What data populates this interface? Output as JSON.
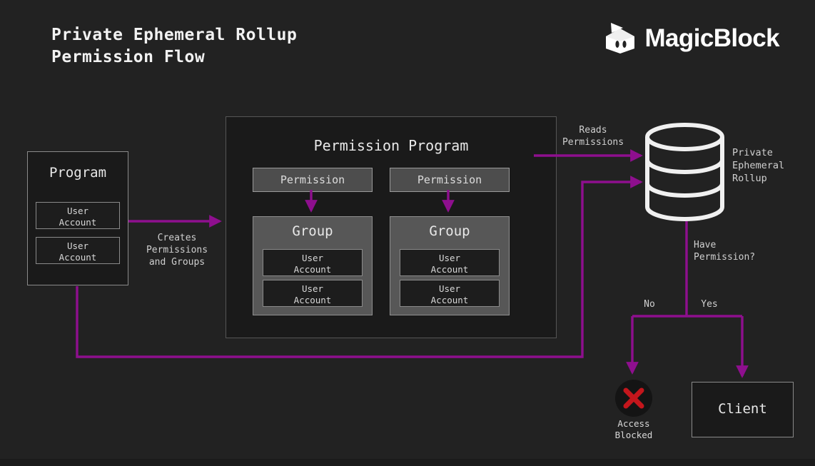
{
  "page": {
    "background": "#222222",
    "accent_magenta": "#8e0f8e",
    "error_red": "#c4161c",
    "title_line1": "Private Ephemeral Rollup",
    "title_line2": "Permission Flow"
  },
  "brand": {
    "name": "MagicBlock",
    "icon": "magicblock-logo-icon"
  },
  "program": {
    "title": "Program",
    "accounts": [
      {
        "line1": "User",
        "line2": "Account"
      },
      {
        "line1": "User",
        "line2": "Account"
      }
    ]
  },
  "permission_program": {
    "title": "Permission Program",
    "permissions": [
      {
        "label": "Permission"
      },
      {
        "label": "Permission"
      }
    ],
    "groups": [
      {
        "title": "Group",
        "accounts": [
          {
            "line1": "User",
            "line2": "Account"
          },
          {
            "line1": "User",
            "line2": "Account"
          }
        ]
      },
      {
        "title": "Group",
        "accounts": [
          {
            "line1": "User",
            "line2": "Account"
          },
          {
            "line1": "User",
            "line2": "Account"
          }
        ]
      }
    ]
  },
  "rollup": {
    "label_line1": "Private",
    "label_line2": "Ephemeral",
    "label_line3": "Rollup",
    "icon": "database-cylinder-icon"
  },
  "edges": {
    "creates": "Creates\nPermissions\nand Groups",
    "reads": "Reads\nPermissions",
    "decision": "Have\nPermission?",
    "branch_no": "No",
    "branch_yes": "Yes"
  },
  "outcomes": {
    "blocked": {
      "icon": "x-circle-icon",
      "label_line1": "Access",
      "label_line2": "Blocked"
    },
    "client": {
      "label": "Client"
    }
  }
}
